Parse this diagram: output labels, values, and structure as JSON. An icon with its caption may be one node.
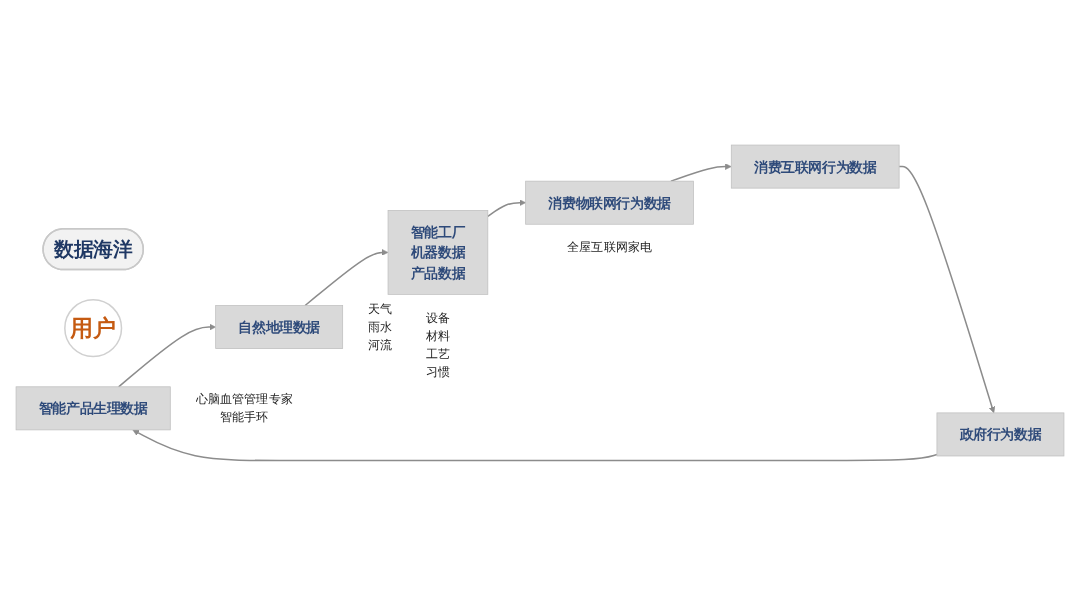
{
  "diagram": {
    "nodes": [
      {
        "text": [
          "数据海洋"
        ]
      },
      {
        "text": [
          "用户"
        ]
      },
      {
        "text": [
          "智能产品生理数据"
        ],
        "beside": [
          "心脑血管管理专家",
          "智能手环"
        ]
      },
      {
        "text": [
          "自然地理数据"
        ],
        "beside": [
          "天气",
          "雨水",
          "河流"
        ]
      },
      {
        "text": [
          "智能工厂",
          "机器数据",
          "产品数据"
        ],
        "beside": [
          "设备",
          "材料",
          "工艺",
          "习惯"
        ]
      },
      {
        "text": [
          "消费物联网行为数据"
        ],
        "beside": [
          "全屋互联网家电"
        ]
      },
      {
        "text": [
          "消费互联网行为数据"
        ]
      },
      {
        "text": [
          "政府行为数据"
        ]
      }
    ],
    "edges": [
      {
        "from": 2,
        "to": 3,
        "arrow": "to"
      },
      {
        "from": 3,
        "to": 4,
        "arrow": "to"
      },
      {
        "from": 4,
        "to": 5,
        "arrow": "to"
      },
      {
        "from": 5,
        "to": 6,
        "arrow": "to"
      },
      {
        "from": 6,
        "to": 7,
        "arrow": "to"
      },
      {
        "from": 7,
        "to": 2,
        "arrow": "to"
      }
    ]
  }
}
